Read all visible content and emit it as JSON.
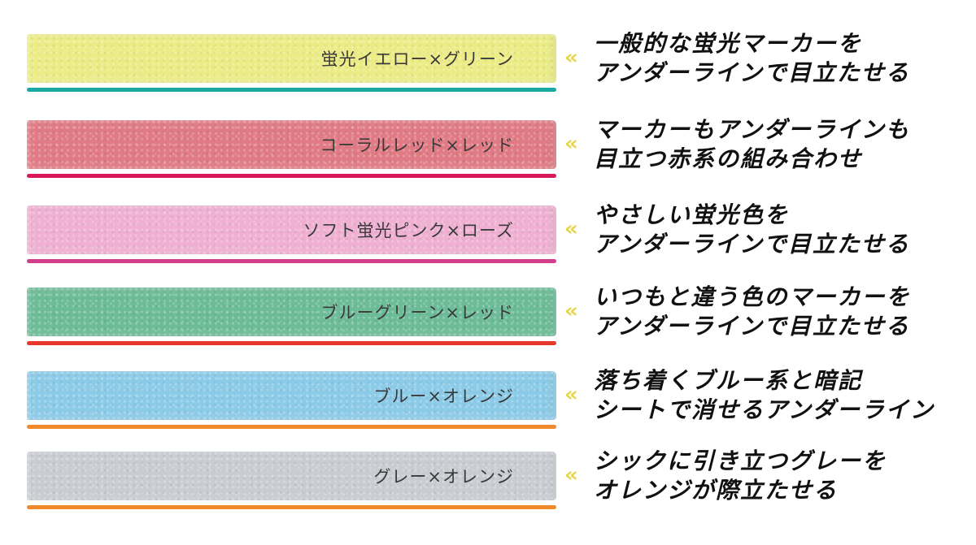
{
  "rows": [
    {
      "marker_label": "蛍光イエロー×グリーン",
      "chevron": "«",
      "desc_line1": "一般的な蛍光マーカーを",
      "desc_line2": "アンダーラインで目立たせる",
      "marker_color": "#ecec86",
      "underline_color": "#1aa8a3"
    },
    {
      "marker_label": "コーラルレッド×レッド",
      "chevron": "«",
      "desc_line1": "マーカーもアンダーラインも",
      "desc_line2": "目立つ赤系の組み合わせ",
      "marker_color": "#e07a84",
      "underline_color": "#d8195a"
    },
    {
      "marker_label": "ソフト蛍光ピンク×ローズ",
      "chevron": "«",
      "desc_line1": "やさしい蛍光色を",
      "desc_line2": "アンダーラインで目立たせる",
      "marker_color": "#efb0d2",
      "underline_color": "#d23d8c"
    },
    {
      "marker_label": "ブルーグリーン×レッド",
      "chevron": "«",
      "desc_line1": "いつもと違う色のマーカーを",
      "desc_line2": "アンダーラインで目立たせる",
      "marker_color": "#6dbc98",
      "underline_color": "#e6392b"
    },
    {
      "marker_label": "ブルー×オレンジ",
      "chevron": "«",
      "desc_line1": "落ち着くブルー系と暗記",
      "desc_line2": "シートで消せるアンダーライン",
      "marker_color": "#8ccbe8",
      "underline_color": "#f0892a"
    },
    {
      "marker_label": "グレー×オレンジ",
      "chevron": "«",
      "desc_line1": "シックに引き立つグレーを",
      "desc_line2": "オレンジが際立たせる",
      "marker_color": "#c9cdd2",
      "underline_color": "#f0892a"
    }
  ]
}
